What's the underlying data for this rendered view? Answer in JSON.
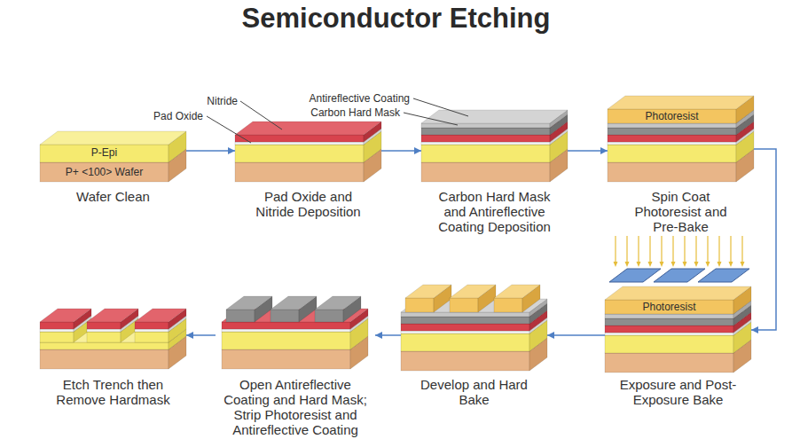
{
  "diagram": {
    "title": "Semiconductor Etching",
    "nodes": [
      {
        "text": [
          "Wafer Clean"
        ]
      },
      {
        "text": [
          "Pad Oxide and Nitride Deposition"
        ]
      },
      {
        "text": [
          "Carbon Hard Mask and Antireflective Coating Deposition"
        ]
      },
      {
        "text": [
          "Spin Coat Photoresist and Pre-Bake"
        ]
      },
      {
        "text": [
          "Exposure and Post-Exposure Bake"
        ]
      },
      {
        "text": [
          "Develop and Hard Bake"
        ]
      },
      {
        "text": [
          "Open Antireflective Coating and Hard Mask; Strip Photoresist and Antireflective Coating"
        ]
      },
      {
        "text": [
          "Etch Trench then Remove Hardmask"
        ]
      }
    ],
    "edges": [
      {
        "from": 0,
        "to": 1,
        "arrow": "to"
      },
      {
        "from": 1,
        "to": 2,
        "arrow": "to"
      },
      {
        "from": 2,
        "to": 3,
        "arrow": "to"
      },
      {
        "from": 3,
        "to": 4,
        "arrow": "to"
      },
      {
        "from": 4,
        "to": 5,
        "arrow": "to"
      },
      {
        "from": 5,
        "to": 6,
        "arrow": "to"
      },
      {
        "from": 6,
        "to": 7,
        "arrow": "to"
      }
    ],
    "labels": [
      "P-Epi",
      "P+ <100> Wafer",
      "Nitride",
      "Pad Oxide",
      "Antireflective Coating",
      "Carbon Hard Mask",
      "Photoresist",
      "Photoresist"
    ]
  }
}
